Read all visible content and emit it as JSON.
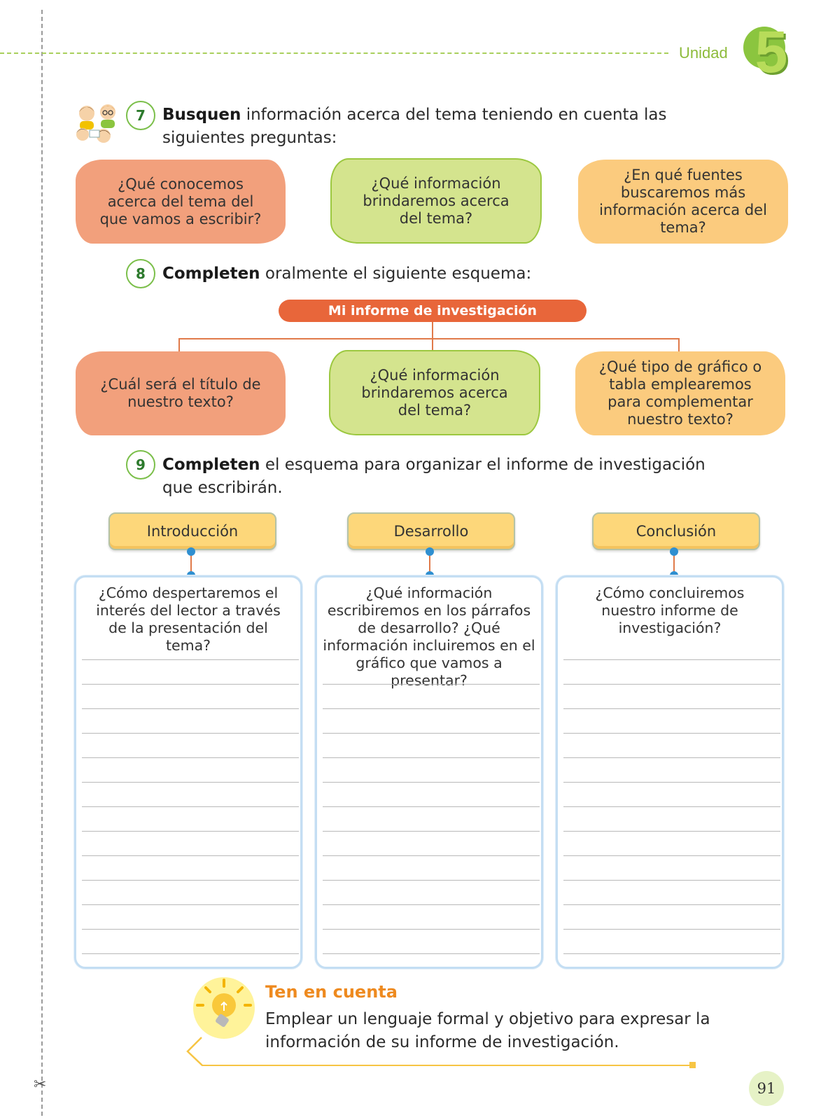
{
  "header": {
    "unit_label": "Unidad",
    "unit_number": "5"
  },
  "activity7": {
    "number": "7",
    "verb": "Busquen",
    "rest": " información acerca del tema teniendo en cuenta las siguientes preguntas:",
    "bubbles": [
      "¿Qué conocemos acerca del tema del que vamos a escribir?",
      "¿Qué información brindaremos acerca del tema?",
      "¿En qué fuentes buscaremos más información acerca del tema?"
    ]
  },
  "activity8": {
    "number": "8",
    "verb": "Completen",
    "rest": " oralmente el siguiente esquema:",
    "schema_title": "Mi informe de investigación",
    "bubbles": [
      "¿Cuál será el título de nuestro texto?",
      "¿Qué información brindaremos acerca del tema?",
      "¿Qué tipo de gráfico o tabla emplearemos para complementar nuestro texto?"
    ]
  },
  "activity9": {
    "number": "9",
    "verb": "Completen",
    "rest": " el esquema para organizar el informe de investigación que escribirán.",
    "columns": [
      {
        "title": "Introducción",
        "question": "¿Cómo despertaremos el interés del lector a través de la presentación del tema?"
      },
      {
        "title": "Desarrollo",
        "question": "¿Qué información escribiremos en los párrafos de desarrollo? ¿Qué información incluiremos en el gráfico que vamos a presentar?"
      },
      {
        "title": "Conclusión",
        "question": "¿Cómo concluiremos nuestro informe de investigación?"
      }
    ]
  },
  "tip": {
    "title": "Ten en cuenta",
    "text": "Emplear un lenguaje formal y objetivo para expresar la información de su informe de investigación."
  },
  "page_number": "91",
  "colors": {
    "accent_green": "#8bc53f",
    "salmon": "#f2a07c",
    "lime": "#d4e48e",
    "orange_light": "#fbcb7e",
    "title_orange": "#e8663a",
    "tip_title": "#ee8a1f"
  }
}
